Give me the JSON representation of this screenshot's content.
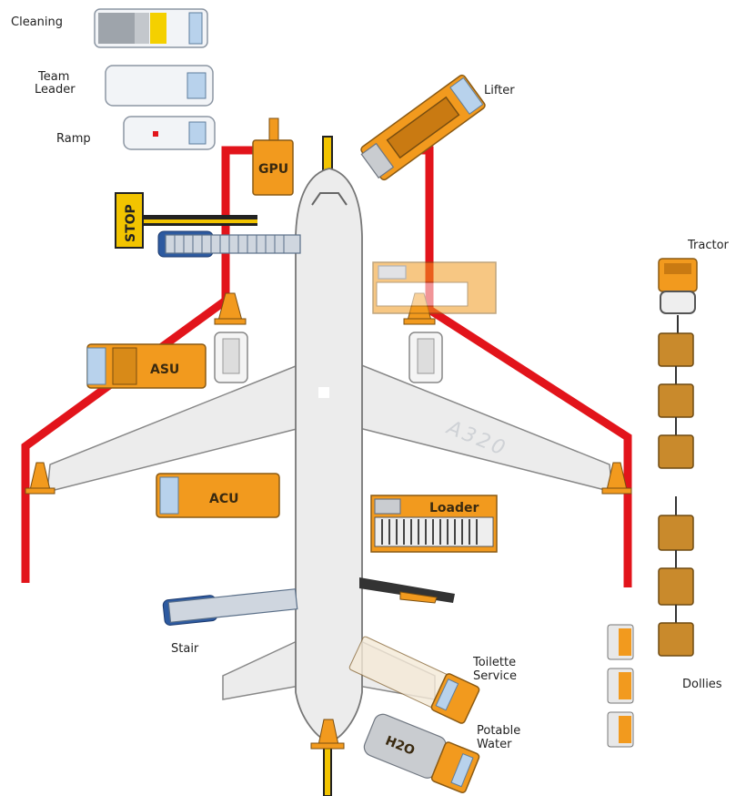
{
  "labels": {
    "cleaning": "Cleaning",
    "team_leader_line1": "Team",
    "team_leader_line2": "Leader",
    "ramp": "Ramp",
    "lifter": "Lifter",
    "gpu": "GPU",
    "stop": "STOP",
    "tractor": "Tractor",
    "asu": "ASU",
    "acu": "ACU",
    "loader": "Loader",
    "aircraft_type": "A320",
    "stair": "Stair",
    "toilette_line1": "Toilette",
    "toilette_line2": "Service",
    "potable_line1": "Potable",
    "potable_line2": "Water",
    "h2o": "H2O",
    "dollies": "Dollies"
  },
  "colors": {
    "safety_line": "#e2141b",
    "vehicle_orange": "#f29a1e",
    "centerline": "#f2c400",
    "aircraft_body": "#ececec"
  },
  "icons": {
    "cone": "traffic-cone-icon",
    "aircraft": "aircraft-top-view-icon"
  }
}
